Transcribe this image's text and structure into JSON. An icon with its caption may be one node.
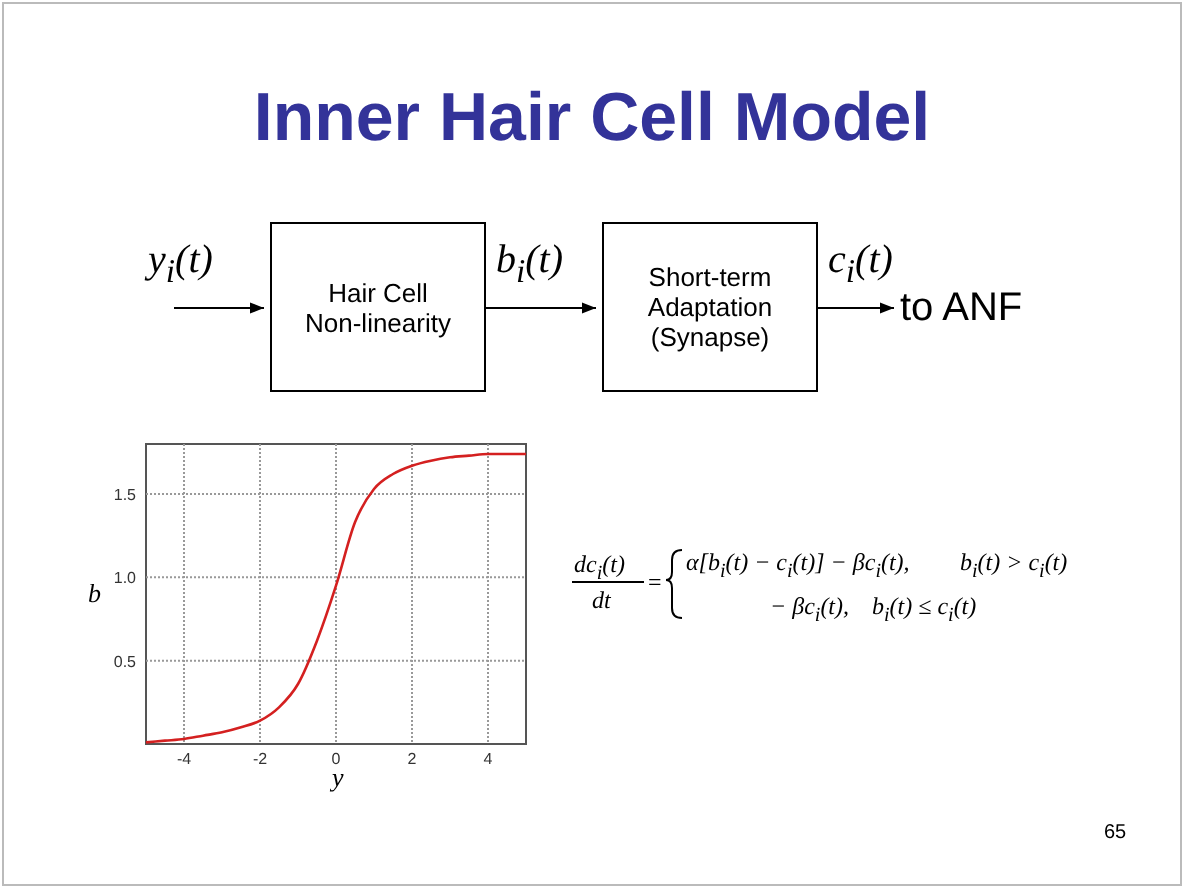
{
  "diagram": {
    "title": "Inner Hair Cell Model",
    "nodes": [
      {
        "text": [
          "Hair Cell Non-linearity"
        ]
      },
      {
        "text": [
          "Short-term Adaptation (Synapse)"
        ]
      },
      {
        "text": [
          "to ANF"
        ]
      }
    ],
    "edges": [
      {
        "from": null,
        "to": 0,
        "arrow": "to",
        "label": "y$_{i}$(t)"
      },
      {
        "from": 0,
        "to": 1,
        "arrow": "to",
        "label": "b$_{i}$(t)"
      },
      {
        "from": 1,
        "to": 2,
        "arrow": "to",
        "label": "c$_{i}$(t)"
      }
    ],
    "labels": [
      "dc$_{i}$(t)",
      "dt",
      "=",
      "α[b$_{i}$(t) − c$_{i}$(t)] − βc$_{i}$(t),",
      "b$_{i}$(t) > c$_{i}$(t)",
      "− βc$_{i}$(t),",
      "b$_{i}$(t) ≤ c$_{i}$(t)",
      "65"
    ],
    "chart_data": {
      "type": "line",
      "xlabel": "y",
      "ylabel": "b",
      "x": [
        -5,
        -4.5,
        -4,
        -3.5,
        -3,
        -2.5,
        -2,
        -1.5,
        -1,
        -0.5,
        0,
        0.5,
        1,
        1.5,
        2,
        2.5,
        3,
        3.5,
        4,
        4.5,
        5
      ],
      "series": [
        {
          "color": "#d42020",
          "values": [
            0.01,
            0.02,
            0.03,
            0.05,
            0.07,
            0.1,
            0.14,
            0.22,
            0.36,
            0.62,
            0.95,
            1.33,
            1.53,
            1.62,
            1.67,
            1.7,
            1.72,
            1.73,
            1.74,
            1.74,
            1.74
          ]
        }
      ],
      "grid": true,
      "xlim": [
        -5,
        5
      ],
      "ylim": [
        0,
        1.8
      ],
      "xticks": [
        -4,
        -2,
        0,
        2,
        4
      ],
      "yticks": [
        {
          "value": 0.5,
          "label": "0.5"
        },
        {
          "value": 1.0,
          "label": "1.0"
        },
        {
          "value": 1.5,
          "label": "1.5"
        }
      ]
    }
  }
}
